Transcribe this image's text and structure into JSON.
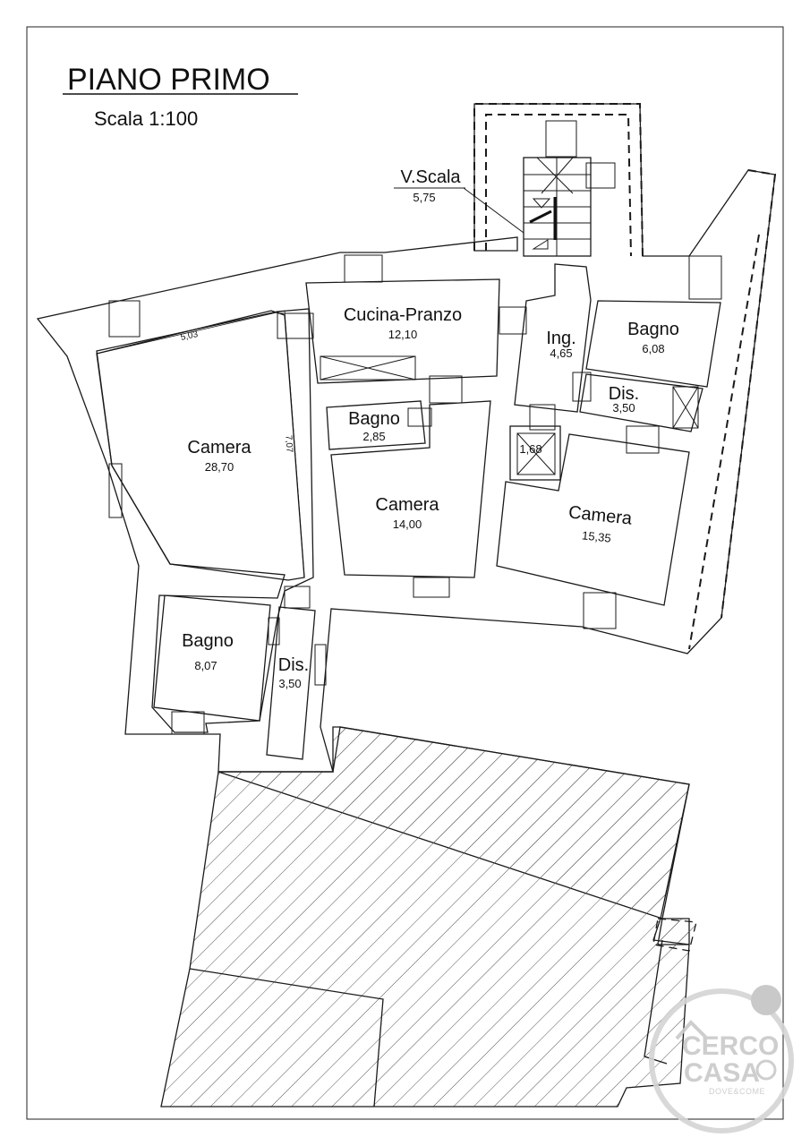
{
  "header": {
    "title": "PIANO PRIMO",
    "scale": "Scala 1:100"
  },
  "rooms": [
    {
      "id": "camera-1",
      "name": "Camera",
      "area": "28,70"
    },
    {
      "id": "cucina",
      "name": "Cucina-Pranzo",
      "area": "12,10"
    },
    {
      "id": "bagno-1",
      "name": "Bagno",
      "area": "2,85"
    },
    {
      "id": "camera-2",
      "name": "Camera",
      "area": "14,00"
    },
    {
      "id": "ingresso",
      "name": "Ing.",
      "area": "4,65"
    },
    {
      "id": "bagno-2",
      "name": "Bagno",
      "area": "6,08"
    },
    {
      "id": "dis-1",
      "name": "Dis.",
      "area": "3,50"
    },
    {
      "id": "camera-3",
      "name": "Camera",
      "area": "15,35"
    },
    {
      "id": "bagno-3",
      "name": "Bagno",
      "area": "8,07"
    },
    {
      "id": "dis-2",
      "name": "Dis.",
      "area": "3,50"
    }
  ],
  "stair": {
    "name": "V.Scala",
    "area": "5,75"
  },
  "closet": {
    "area": "1,68"
  },
  "dimensions": {
    "width": "5,03",
    "height": "7,07"
  },
  "logo": {
    "line1": "CERCO",
    "line2": "CASA",
    "tagline": "DOVE&COME"
  }
}
